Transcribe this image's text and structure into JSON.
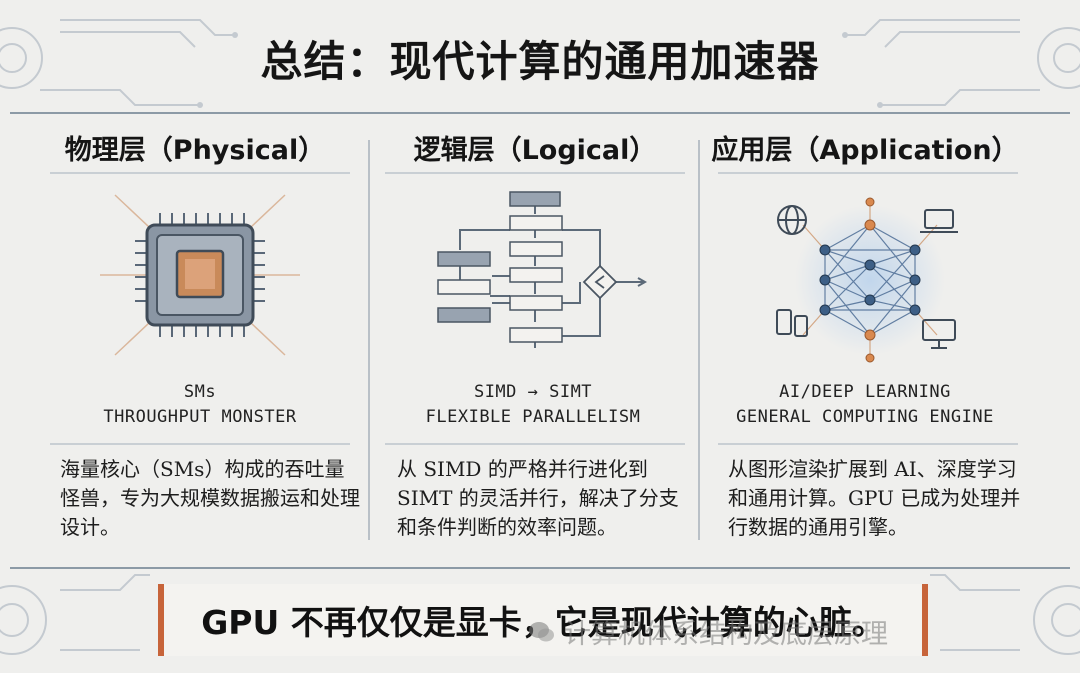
{
  "title": "总结：现代计算的通用加速器",
  "columns": [
    {
      "heading": "物理层（Physical）",
      "icon": "cpu-chip-icon",
      "caption_lines": [
        "SMs",
        "THROUGHPUT MONSTER"
      ],
      "description": "海量核心（SMs）构成的吞吐量怪兽，专为大规模数据搬运和处理设计。"
    },
    {
      "heading": "逻辑层（Logical）",
      "icon": "flowchart-icon",
      "caption_lines": [
        "SIMD → SIMT",
        "FLEXIBLE PARALLELISM"
      ],
      "description": "从 SIMD 的严格并行进化到 SIMT 的灵活并行，解决了分支和条件判断的效率问题。"
    },
    {
      "heading": "应用层（Application）",
      "icon": "neural-network-icon",
      "caption_lines": [
        "AI/DEEP LEARNING",
        "GENERAL COMPUTING ENGINE"
      ],
      "description": "从图形渲染扩展到 AI、深度学习和通用计算。GPU 已成为处理并行数据的通用引擎。"
    }
  ],
  "footer": "GPU 不再仅仅是显卡，它是现代计算的心脏。",
  "watermark": "计算机体系结构及底层原理",
  "colors": {
    "accent": "#c7643a",
    "node_blue": "#3d5f86",
    "node_orange": "#d9894f",
    "chip_copper": "#c98a5a",
    "border": "#8c9aa6"
  }
}
